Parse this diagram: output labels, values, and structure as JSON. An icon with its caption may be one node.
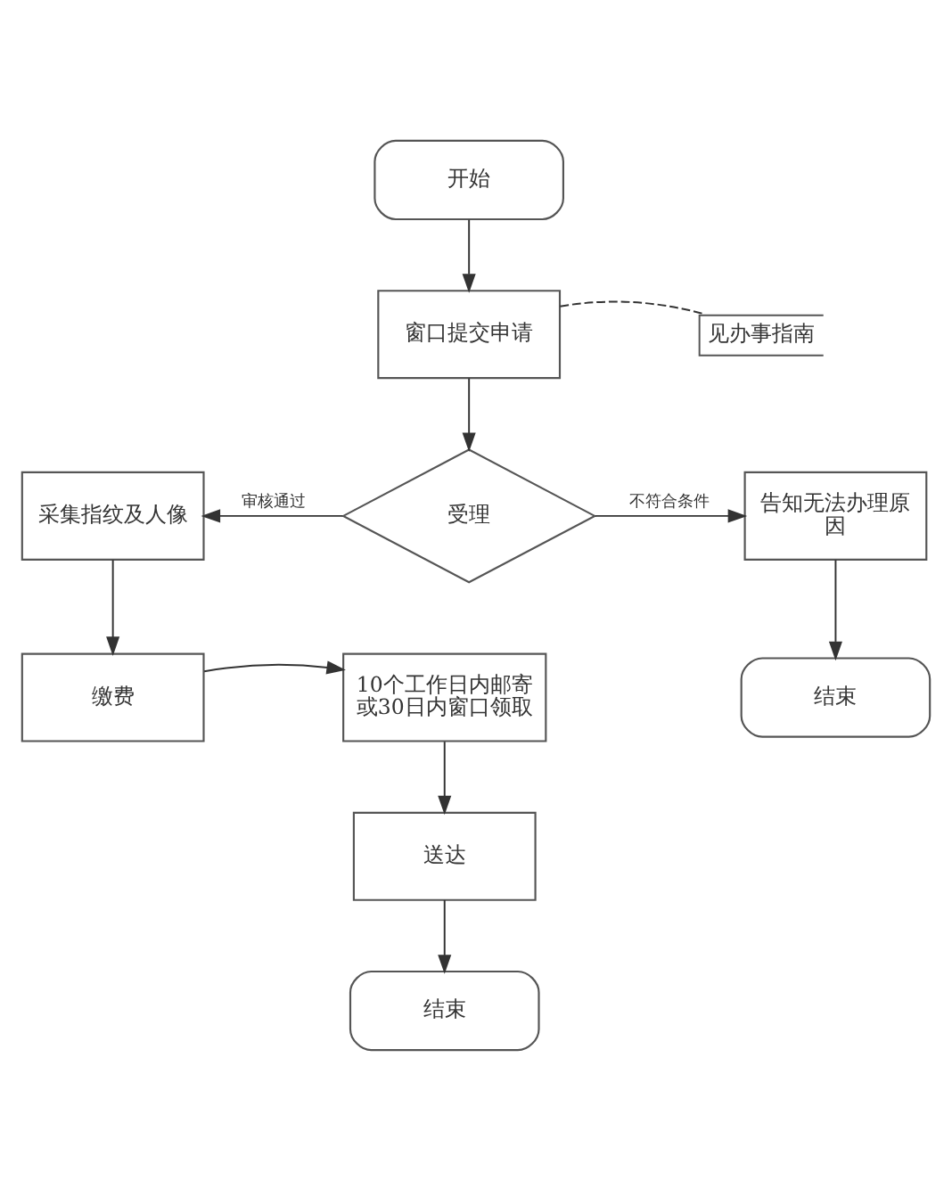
{
  "diagram": {
    "nodes": [
      {
        "text": [
          "开始"
        ]
      },
      {
        "text": [
          "窗口提交申请"
        ]
      },
      {
        "text": [
          "见办事指南"
        ]
      },
      {
        "text": [
          "采集指纹及人像"
        ]
      },
      {
        "text": [
          "受理"
        ]
      },
      {
        "text": [
          "告知无法办理原因"
        ]
      },
      {
        "text": [
          "缴费"
        ]
      },
      {
        "text": [
          "10个工作日内邮寄或30日内窗口领取"
        ]
      },
      {
        "text": [
          "结束"
        ]
      },
      {
        "text": [
          "送达"
        ]
      },
      {
        "text": [
          "结束"
        ]
      }
    ],
    "edges": [
      {
        "from": 0,
        "to": 1,
        "arrow": "to"
      },
      {
        "from": 1,
        "to": 2,
        "arrow": "none",
        "style": "dashed"
      },
      {
        "from": 1,
        "to": 4,
        "arrow": "to"
      },
      {
        "from": 4,
        "to": 3,
        "arrow": "to",
        "label": "审核通过"
      },
      {
        "from": 4,
        "to": 5,
        "arrow": "to",
        "label": "不符合条件"
      },
      {
        "from": 3,
        "to": 6,
        "arrow": "to"
      },
      {
        "from": 6,
        "to": 7,
        "arrow": "to"
      },
      {
        "from": 7,
        "to": 9,
        "arrow": "to"
      },
      {
        "from": 9,
        "to": 10,
        "arrow": "to"
      },
      {
        "from": 5,
        "to": 8,
        "arrow": "to"
      }
    ]
  }
}
